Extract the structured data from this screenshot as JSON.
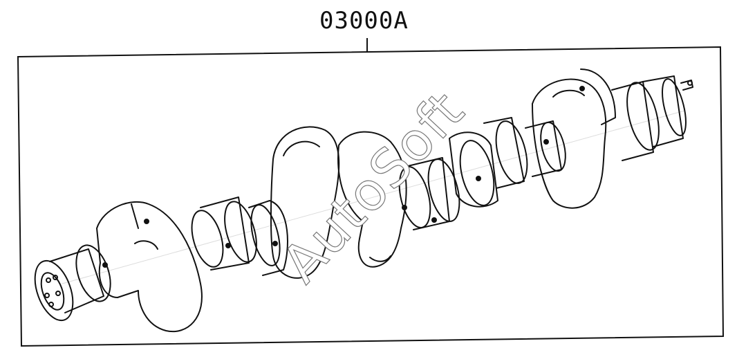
{
  "diagram": {
    "part_number": "03000A",
    "watermark": "AutoSoft",
    "component": "crankshaft-illustration",
    "line_color": "#111111"
  }
}
